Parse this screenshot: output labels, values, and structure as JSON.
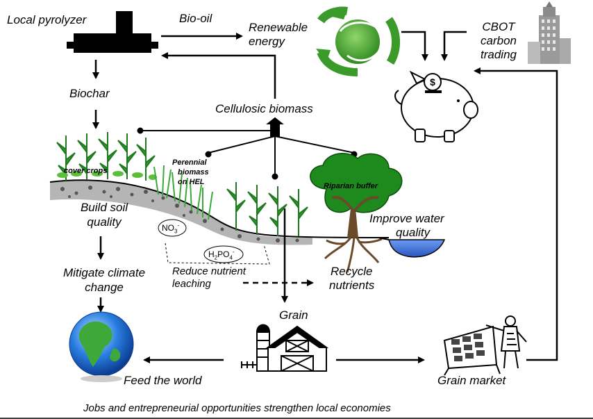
{
  "labels": {
    "local_pyrolyzer": "Local pyrolyzer",
    "bio_oil": "Bio-oil",
    "renewable_energy_1": "Renewable",
    "renewable_energy_2": "energy",
    "cbot_1": "CBOT",
    "cbot_2": "carbon",
    "cbot_3": "trading",
    "biochar": "Biochar",
    "cellulosic_biomass": "Cellulosic biomass",
    "cover_crops": "cover crops",
    "perennial_1": "Perennial",
    "perennial_2": "biomass",
    "perennial_3": "on HEL",
    "riparian_buffer": "Riparian buffer",
    "build_soil_1": "Build soil",
    "build_soil_2": "quality",
    "improve_water_1": "Improve water",
    "improve_water_2": "quality",
    "no3": "NO",
    "no3_sub": "3",
    "no3_sup": "-",
    "h2po4_h": "H",
    "h2po4_sub1": "2",
    "h2po4_po": "PO",
    "h2po4_sub2": "4",
    "h2po4_sup": "-",
    "mitigate_1": "Mitigate climate",
    "mitigate_2": "change",
    "reduce_1": "Reduce nutrient",
    "reduce_2": "leaching",
    "recycle_1": "Recycle",
    "recycle_2": "nutrients",
    "grain": "Grain",
    "feed_world": "Feed the world",
    "grain_market": "Grain market",
    "footer": "Jobs and entrepreneurial opportunities strengthen local economies"
  },
  "icons": [
    "pyrolyzer-icon",
    "recycle-globe-icon",
    "skyscraper-icon",
    "piggy-bank-icon",
    "corn-field-icon",
    "tree-icon",
    "earth-globe-icon",
    "barn-silo-icon",
    "market-stall-icon"
  ],
  "colors": {
    "recycle_green": "#3a9b2a",
    "tree_green": "#1e8a1e",
    "water_blue": "#3c6fd6",
    "globe_blue": "#2a7de0",
    "trunk_brown": "#6b4a2a"
  }
}
